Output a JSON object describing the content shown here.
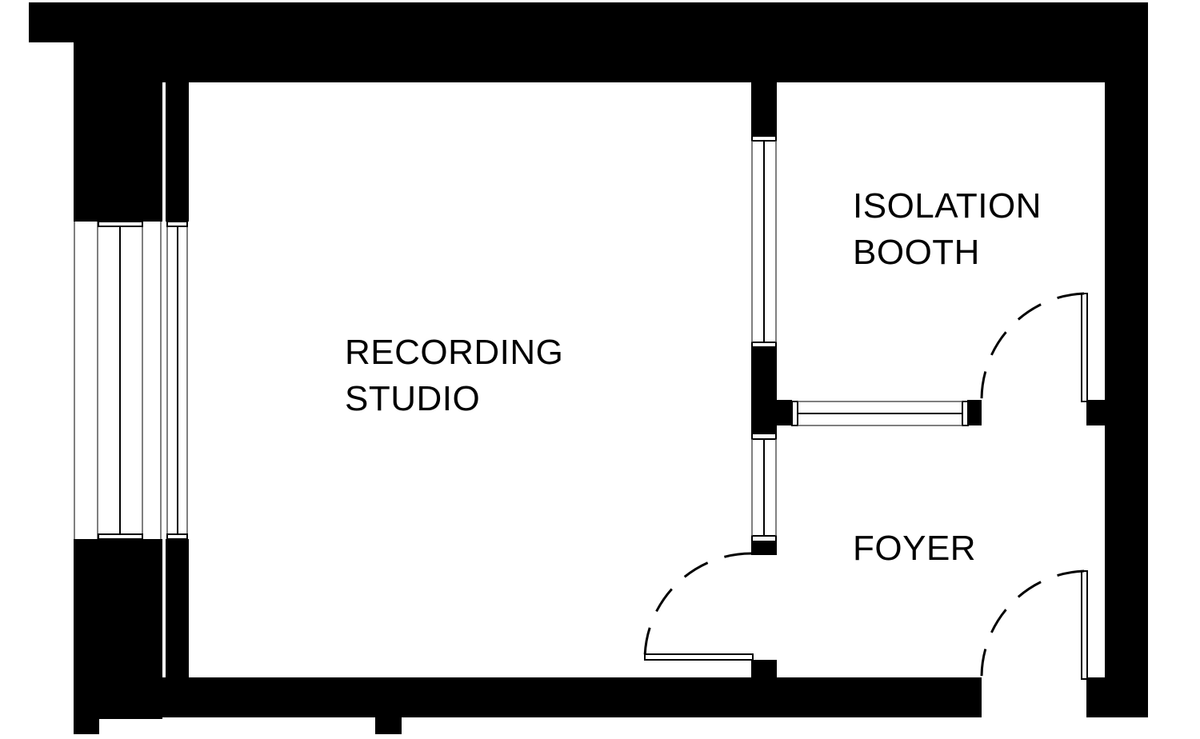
{
  "diagram": {
    "type": "floor-plan",
    "colors": {
      "wall": "#000000",
      "background": "#ffffff",
      "line": "#000000"
    },
    "rooms": [
      {
        "id": "recording-studio",
        "lines": [
          "RECORDING",
          "STUDIO"
        ]
      },
      {
        "id": "isolation-booth",
        "lines": [
          "ISOLATION",
          "BOOTH"
        ]
      },
      {
        "id": "foyer",
        "lines": [
          "FOYER"
        ]
      }
    ],
    "openings": {
      "windows": [
        "west-exterior-window",
        "studio-booth-window-upper",
        "studio-foyer-window-lower",
        "booth-foyer-window"
      ],
      "doors": [
        "booth-door",
        "studio-door",
        "entry-door"
      ]
    }
  }
}
